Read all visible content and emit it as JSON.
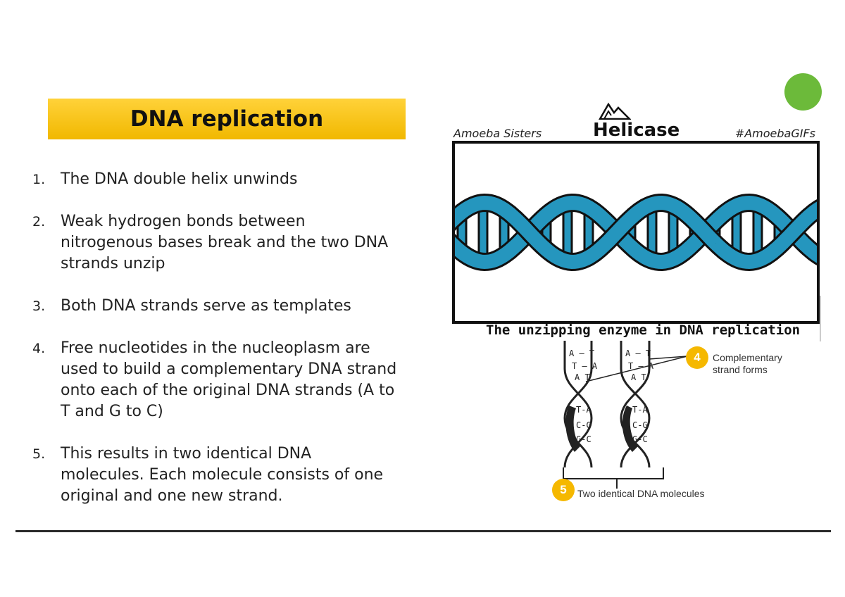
{
  "slide": {
    "title": "DNA replication",
    "steps": [
      {
        "num": "1.",
        "text": "The DNA double helix unwinds"
      },
      {
        "num": "2.",
        "text": "Weak hydrogen bonds between nitrogenous bases break and the two DNA strands unzip"
      },
      {
        "num": "3.",
        "text": "Both DNA strands serve as templates"
      },
      {
        "num": "4.",
        "text": "Free nucleotides in the nucleoplasm are used to build a complementary DNA strand onto each of the original DNA strands (A to T and G to C)"
      },
      {
        "num": "5.",
        "text": "This results in two identical DNA molecules. Each molecule consists of one original and one new strand."
      }
    ],
    "accent_color": "#f5c518",
    "dot_color": "#6cba3a"
  },
  "gif": {
    "left_label": "Amoeba Sisters",
    "title": "Helicase",
    "right_label": "#AmoebaGIFs",
    "caption": "The unzipping enzyme in DNA replication",
    "helix_color": "#2596be",
    "logo_icon": "mountain-logo-icon"
  },
  "diagram": {
    "base_pairs_top": [
      "A – T",
      "T – A",
      "A T"
    ],
    "base_pairs_bottom": [
      "T-A",
      "C-G",
      "G-C"
    ],
    "badge_4": "4",
    "label_4": "Complementary strand forms",
    "badge_5": "5",
    "label_5": "Two identical DNA molecules"
  }
}
